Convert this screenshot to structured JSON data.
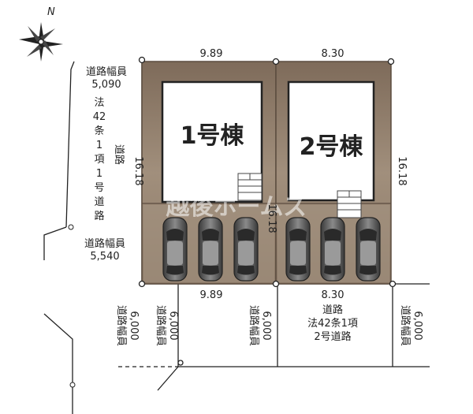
{
  "compass": {
    "north": "N"
  },
  "lots": [
    {
      "name": "1号棟",
      "frontage": "9.89",
      "depth": "16.18",
      "rear": "9.89"
    },
    {
      "name": "2号棟",
      "frontage": "8.30",
      "depth": "16.18",
      "rear": "8.30"
    }
  ],
  "watermark": "越後ホームズ",
  "roads": {
    "west_top_width_label": "道路幅員",
    "west_top_width": "5,090",
    "west_type": [
      "法",
      "42",
      "条",
      "1",
      "項",
      "1",
      "号",
      "道",
      "路"
    ],
    "west_type_road": "道路",
    "west_bottom_width_label": "道路幅員",
    "west_bottom_width": "5,540",
    "south_name": "道路",
    "south_law": "法42条1項",
    "south_class": "2号道路",
    "south_width_label": "道路幅員",
    "south_width": "6,000"
  },
  "colors": {
    "lot": "#9c8a78",
    "lot_dark": "#7d6c5c",
    "building": "#ffffff",
    "car": "#555555"
  },
  "icons": [
    "compass-icon",
    "car-icon",
    "stairs-icon"
  ]
}
